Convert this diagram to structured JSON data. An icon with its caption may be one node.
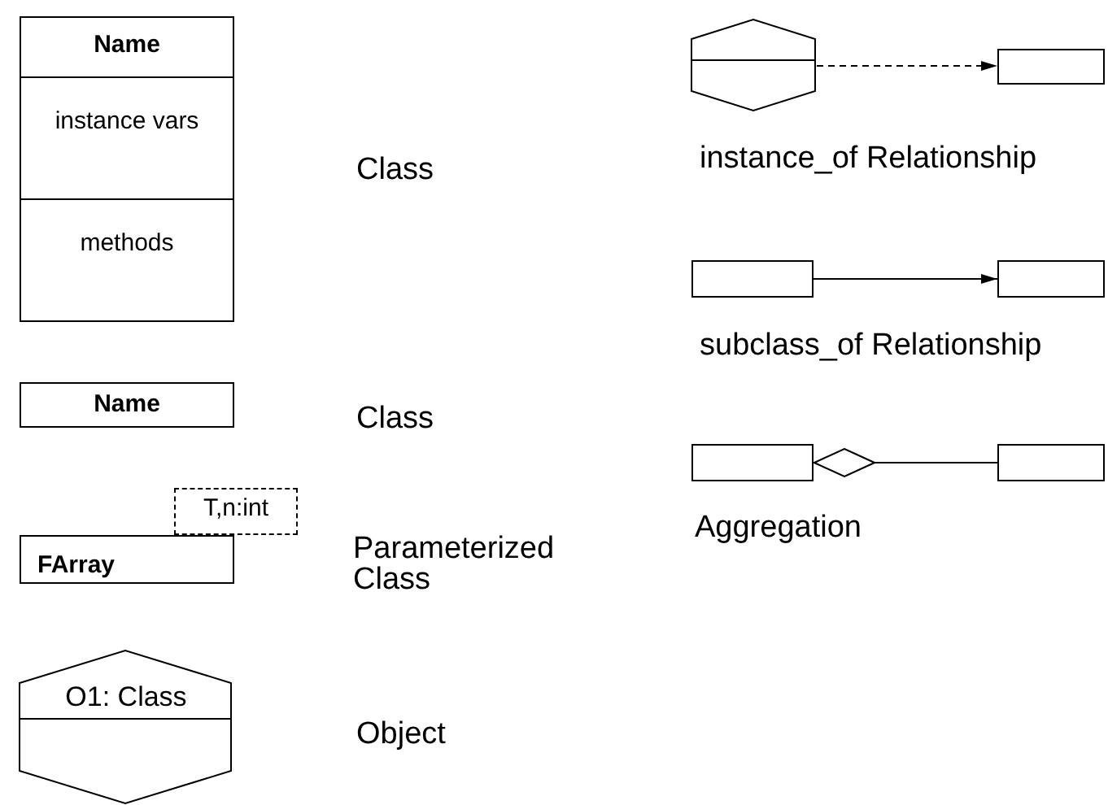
{
  "diagram": {
    "nodes": [
      {
        "text": [
          "Name",
          "instance vars",
          "methods"
        ]
      },
      {
        "text": [
          "Name"
        ]
      },
      {
        "text": [
          "FArray"
        ]
      },
      {
        "text": [
          "T,n:int"
        ]
      },
      {
        "text": [
          "O1: Class"
        ]
      },
      {
        "text": [],
        "shape": "hexagon"
      },
      {
        "text": [],
        "shape": "box"
      },
      {
        "text": [],
        "shape": "box"
      },
      {
        "text": [],
        "shape": "box"
      },
      {
        "text": [],
        "shape": "box"
      },
      {
        "text": [],
        "shape": "box"
      }
    ],
    "edges": [
      {
        "from": 5,
        "to": 6,
        "arrow": "to",
        "style": "dashed"
      },
      {
        "from": 7,
        "to": 8,
        "arrow": "to"
      },
      {
        "from": 9,
        "to": 10,
        "arrow": "other"
      }
    ],
    "labels": [
      "Class",
      "Class",
      "Parameterized Class",
      "Object",
      "instance_of Relationship",
      "subclass_of Relationship",
      "Aggregation"
    ]
  }
}
